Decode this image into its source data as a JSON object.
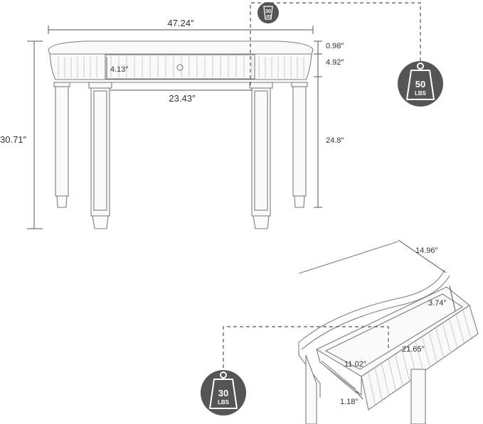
{
  "dimensions": {
    "width_total": "47.24″",
    "top_thickness": "0.98″",
    "apron_height": "4.92″",
    "drawer_front_height": "4.13″",
    "inner_leg_span": "23.43″",
    "total_height": "30.71″",
    "leg_height": "24.8″",
    "depth": "14.96″",
    "drawer_depth": "3.74″",
    "drawer_inner_depth": "11.02″",
    "drawer_width": "21.65″",
    "drawer_side": "1.18″"
  },
  "weight_badges": {
    "top": {
      "value": "30",
      "unit": "LBS"
    },
    "table": {
      "value": "50",
      "unit": "LBS"
    },
    "drawer": {
      "value": "30",
      "unit": "LBS"
    }
  },
  "colors": {
    "badge": "#555555",
    "line": "#555555",
    "furniture": "#7d7d7d"
  }
}
